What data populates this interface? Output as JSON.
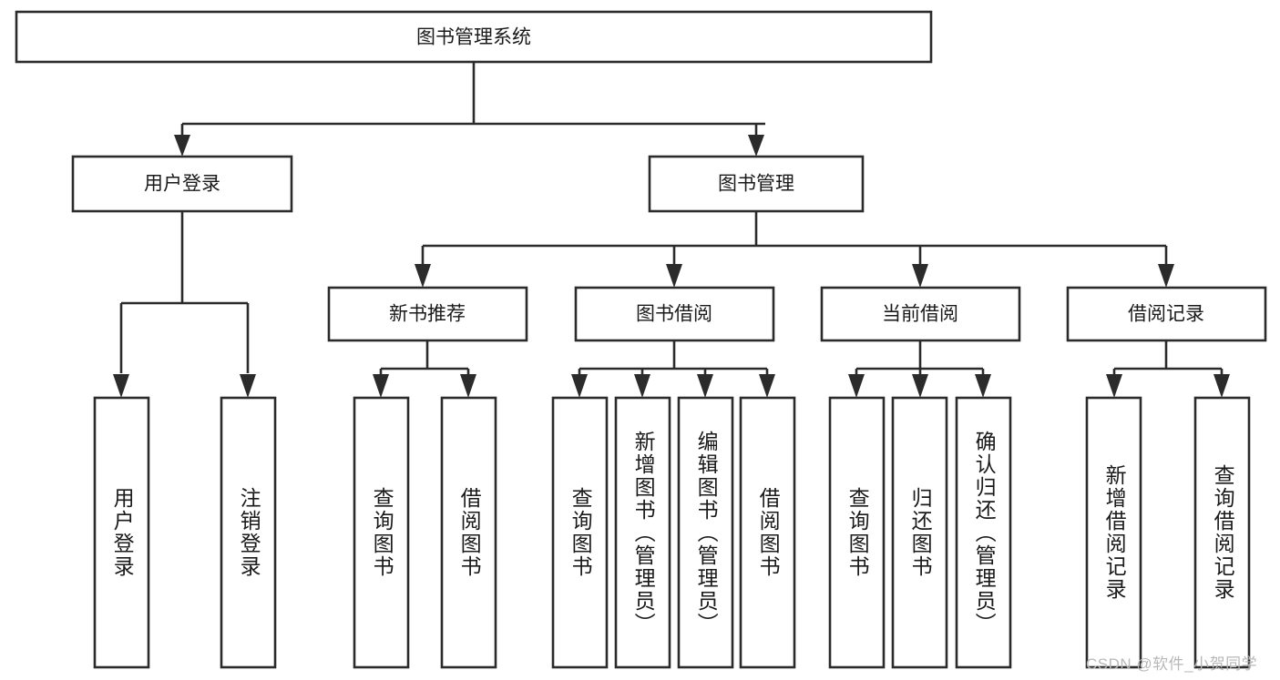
{
  "diagram": {
    "type": "hierarchy-tree",
    "title": "图书管理系统",
    "root": {
      "id": "root",
      "label": "图书管理系统",
      "orientation": "horizontal"
    },
    "level2": [
      {
        "id": "user-login",
        "label": "用户登录",
        "orientation": "horizontal"
      },
      {
        "id": "book-manage",
        "label": "图书管理",
        "orientation": "horizontal"
      }
    ],
    "level3": [
      {
        "id": "new-book-recommend",
        "label": "新书推荐",
        "orientation": "horizontal"
      },
      {
        "id": "book-borrow",
        "label": "图书借阅",
        "orientation": "horizontal"
      },
      {
        "id": "current-borrow",
        "label": "当前借阅",
        "orientation": "horizontal"
      },
      {
        "id": "borrow-record",
        "label": "借阅记录",
        "orientation": "horizontal"
      }
    ],
    "leaves": [
      {
        "id": "leaf-user-login",
        "parent": "user-login",
        "label": "用户登录",
        "orientation": "vertical"
      },
      {
        "id": "leaf-user-logout",
        "parent": "user-login",
        "label": "注销登录",
        "orientation": "vertical"
      },
      {
        "id": "leaf-rec-query-book",
        "parent": "new-book-recommend",
        "label": "查询图书",
        "orientation": "vertical"
      },
      {
        "id": "leaf-rec-borrow-book",
        "parent": "new-book-recommend",
        "label": "借阅图书",
        "orientation": "vertical"
      },
      {
        "id": "leaf-borrow-query-book",
        "parent": "book-borrow",
        "label": "查询图书",
        "orientation": "vertical"
      },
      {
        "id": "leaf-borrow-add-book",
        "parent": "book-borrow",
        "label": "新增图书（管理员）",
        "orientation": "vertical"
      },
      {
        "id": "leaf-borrow-edit-book",
        "parent": "book-borrow",
        "label": "编辑图书（管理员）",
        "orientation": "vertical"
      },
      {
        "id": "leaf-borrow-borrow-book",
        "parent": "book-borrow",
        "label": "借阅图书",
        "orientation": "vertical"
      },
      {
        "id": "leaf-current-query-book",
        "parent": "current-borrow",
        "label": "查询图书",
        "orientation": "vertical"
      },
      {
        "id": "leaf-current-return-book",
        "parent": "current-borrow",
        "label": "归还图书",
        "orientation": "vertical"
      },
      {
        "id": "leaf-current-confirm-return",
        "parent": "current-borrow",
        "label": "确认归还（管理员）",
        "orientation": "vertical"
      },
      {
        "id": "leaf-record-add",
        "parent": "borrow-record",
        "label": "新增借阅记录",
        "orientation": "vertical"
      },
      {
        "id": "leaf-record-query",
        "parent": "borrow-record",
        "label": "查询借阅记录",
        "orientation": "vertical"
      }
    ],
    "colors": {
      "box_stroke": "#2b2b2b",
      "box_fill": "#ffffff",
      "text": "#1a1a1a",
      "connector": "#2b2b2b",
      "watermark": "#b8b8b8",
      "background": "#ffffff"
    }
  },
  "watermark": {
    "text": "CSDN @软件_小贺同学"
  }
}
